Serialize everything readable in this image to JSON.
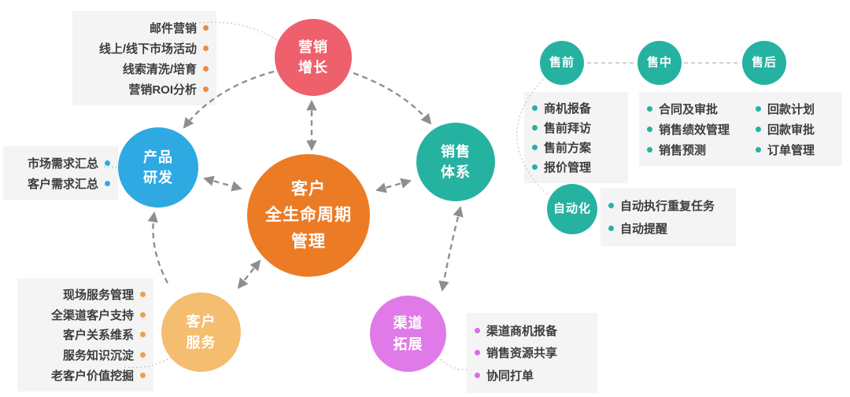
{
  "colors": {
    "arrow_gray": "#909090",
    "panel_bg": "#f4f4f4",
    "list_text": "#3d3d3d",
    "center_orange": "#ec7b26",
    "marketing_red": "#ef606d",
    "product_blue": "#2fa9e1",
    "teal": "#26b2a1",
    "service_amber": "#f4bd70",
    "channel_magenta": "#e07ae8"
  },
  "diagram": {
    "center": {
      "label": "客户\n全生命周期\n管理",
      "color": "#ec7b26"
    },
    "marketing": {
      "label": "营销\n增长",
      "color": "#ef606d",
      "items": [
        "邮件营销",
        "线上/线下市场活动",
        "线索清洗/培育",
        "营销ROI分析"
      ]
    },
    "product": {
      "label": "产品\n研发",
      "color": "#2fa9e1",
      "items": [
        "市场需求汇总",
        "客户需求汇总"
      ]
    },
    "sales": {
      "label": "销售\n体系",
      "color": "#26b2a1"
    },
    "presale": {
      "label": "售前",
      "color": "#26b2a1",
      "items": [
        "商机报备",
        "售前拜访",
        "售前方案",
        "报价管理"
      ]
    },
    "midsale": {
      "label": "售中",
      "color": "#26b2a1",
      "items": [
        "合同及审批",
        "销售绩效管理",
        "销售预测"
      ]
    },
    "postsale": {
      "label": "售后",
      "color": "#26b2a1",
      "items": [
        "回款计划",
        "回款审批",
        "订单管理"
      ]
    },
    "automation": {
      "label": "自动化",
      "color": "#26b2a1",
      "items": [
        "自动执行重复任务",
        "自动提醒"
      ]
    },
    "service": {
      "label": "客户\n服务",
      "color": "#f4bd70",
      "items": [
        "现场服务管理",
        "全渠道客户支持",
        "客户关系维系",
        "服务知识沉淀",
        "老客户价值挖掘"
      ]
    },
    "channel": {
      "label": "渠道\n拓展",
      "color": "#e07ae8",
      "items": [
        "渠道商机报备",
        "销售资源共享",
        "协同打单"
      ]
    }
  }
}
